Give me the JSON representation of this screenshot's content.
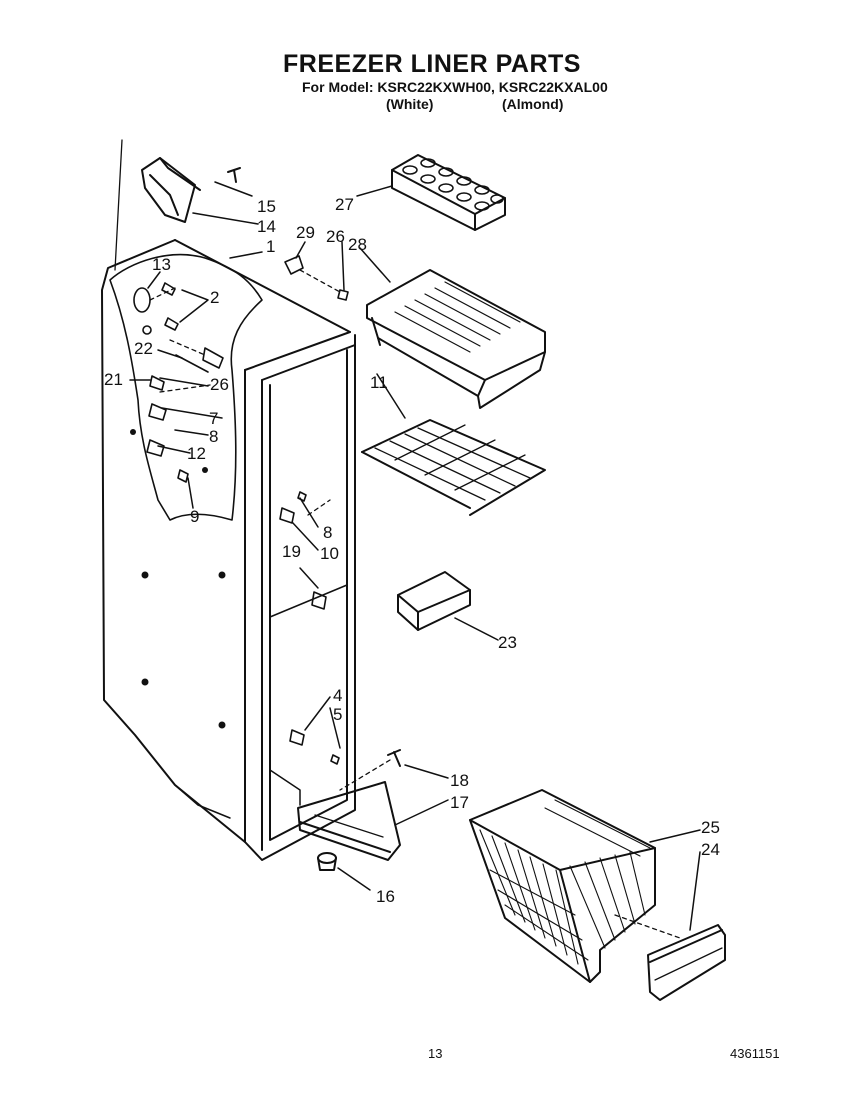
{
  "header": {
    "title": "FREEZER LINER PARTS",
    "model_line": "For Model: KSRC22KXWH00, KSRC22KXAL00",
    "variant_white": "(White)",
    "variant_almond": "(Almond)"
  },
  "callouts": {
    "c1": "1",
    "c2": "2",
    "c4": "4",
    "c5": "5",
    "c7": "7",
    "c8a": "8",
    "c8b": "8",
    "c9": "9",
    "c10": "10",
    "c11": "11",
    "c12": "12",
    "c13": "13",
    "c14": "14",
    "c15": "15",
    "c16": "16",
    "c17": "17",
    "c18": "18",
    "c19": "19",
    "c21": "21",
    "c22": "22",
    "c23": "23",
    "c24": "24",
    "c25": "25",
    "c26a": "26",
    "c26b": "26",
    "c27": "27",
    "c28": "28",
    "c29": "29"
  },
  "footer": {
    "page_number": "13",
    "doc_number": "4361151"
  }
}
